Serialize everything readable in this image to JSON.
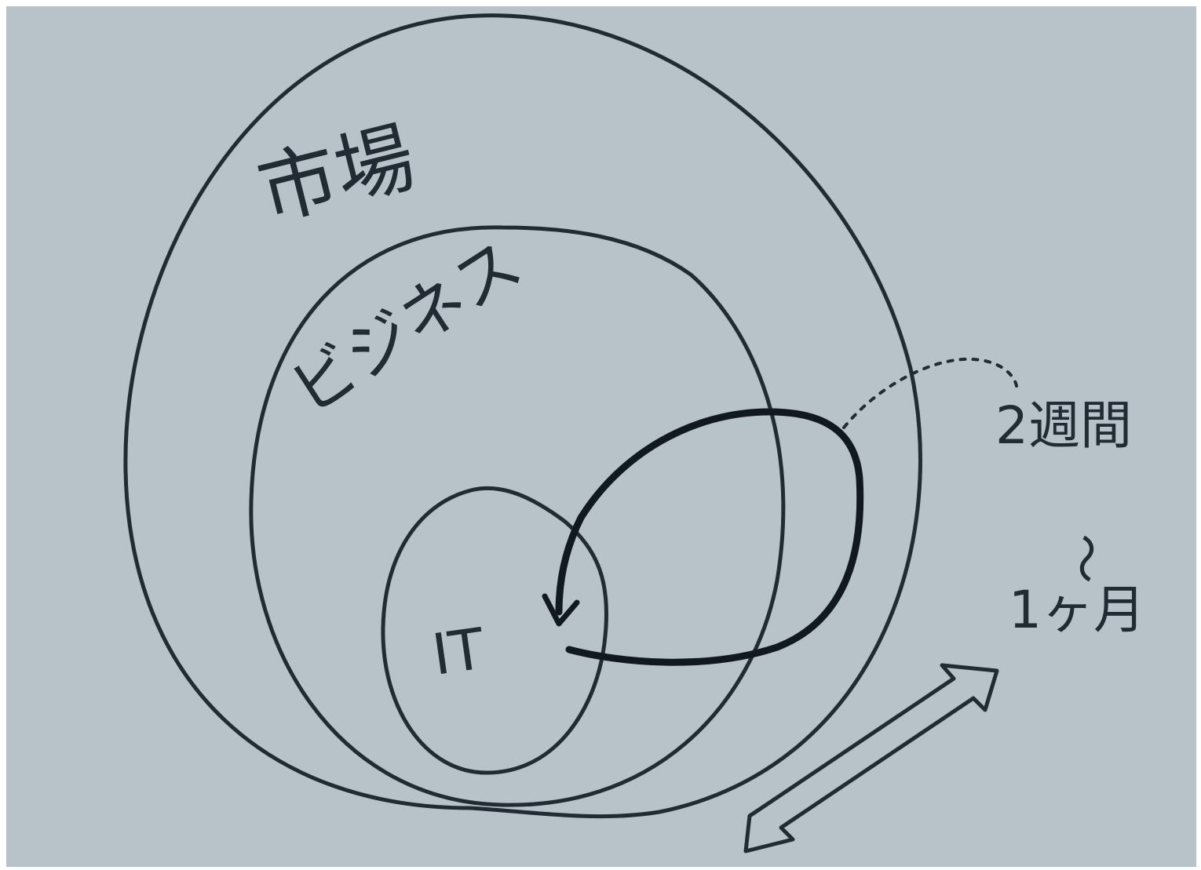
{
  "diagram": {
    "labels": {
      "market": "市場",
      "business": "ビジネス",
      "it": "IT",
      "period_start": "2週間",
      "period_range_mark": "〜",
      "period_end": "1ヶ月"
    },
    "colors": {
      "paper": "#b7c3c8",
      "ink": "#222a33",
      "border": "#ffffff"
    }
  }
}
